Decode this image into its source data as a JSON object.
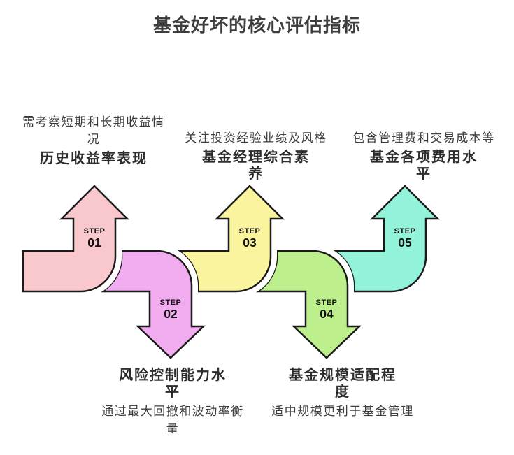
{
  "diagram_title": "基金好坏的核心评估指标",
  "colors": {
    "background": "#ffffff",
    "outline": "#1a1a1a",
    "halo": "#ffffff",
    "title_text": "#3e3e3e",
    "heading_text": "#2d2d2d",
    "description_text": "#3c3c3c",
    "step_label_text": "#111111"
  },
  "steps": [
    {
      "step_label": "STEP",
      "number": "01",
      "direction": "up",
      "color": "#f9c8cc",
      "heading": "历史收益率表现",
      "description": "需考察短期和长期收益情况"
    },
    {
      "step_label": "STEP",
      "number": "02",
      "direction": "down",
      "color": "#f1abef",
      "heading": "风险控制能力水平",
      "description": "通过最大回撤和波动率衡量"
    },
    {
      "step_label": "STEP",
      "number": "03",
      "direction": "up",
      "color": "#fbf49e",
      "heading": "基金经理综合素养",
      "description": "关注投资经验业绩及风格"
    },
    {
      "step_label": "STEP",
      "number": "04",
      "direction": "down",
      "color": "#bdf08c",
      "heading": "基金规模适配程度",
      "description": "适中规模更利于基金管理"
    },
    {
      "step_label": "STEP",
      "number": "05",
      "direction": "up",
      "color": "#93f3da",
      "heading": "基金各项费用水平",
      "description": "包含管理费和交易成本等"
    }
  ]
}
